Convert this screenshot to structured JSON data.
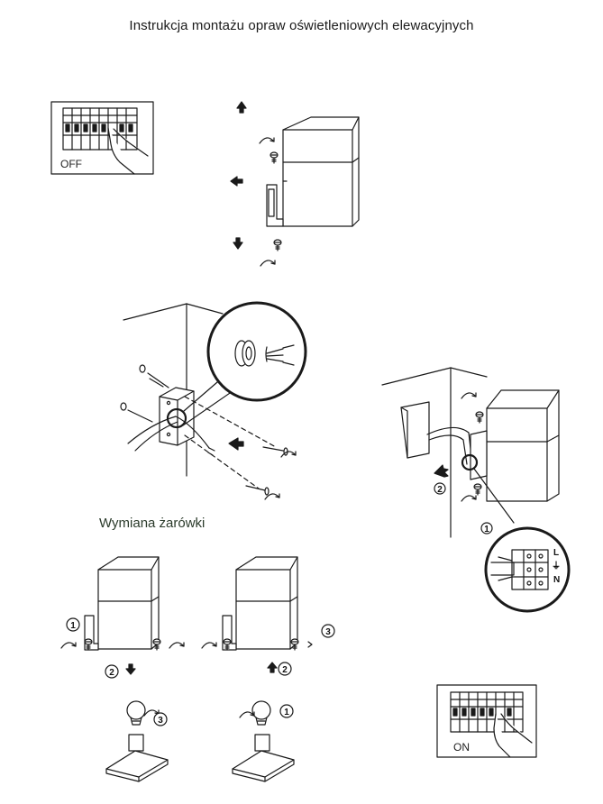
{
  "title": "Instrukcja montażu opraw oświetleniowych elewacyjnych",
  "section_bulb": "Wymiana żarówki",
  "panel_off": {
    "label": "OFF"
  },
  "panel_on": {
    "label": "ON"
  },
  "wiring_terminals": [
    "L",
    "⏚",
    "N"
  ],
  "steps": {
    "mount_1": "1",
    "mount_2": "2",
    "bulb_left_1": "1",
    "bulb_left_2": "2",
    "bulb_left_3": "3",
    "bulb_right_1": "1",
    "bulb_right_2": "2",
    "bulb_right_3": "3"
  },
  "colors": {
    "line": "#1a1a1a",
    "box": "#ffffff"
  },
  "icons": [
    "breaker-panel-icon",
    "hand-icon",
    "arrow-up-icon",
    "arrow-left-icon",
    "arrow-down-icon",
    "screw-icon",
    "rotate-arrow-icon",
    "bulb-icon",
    "terminal-block-icon",
    "magnifier-circle-icon"
  ]
}
